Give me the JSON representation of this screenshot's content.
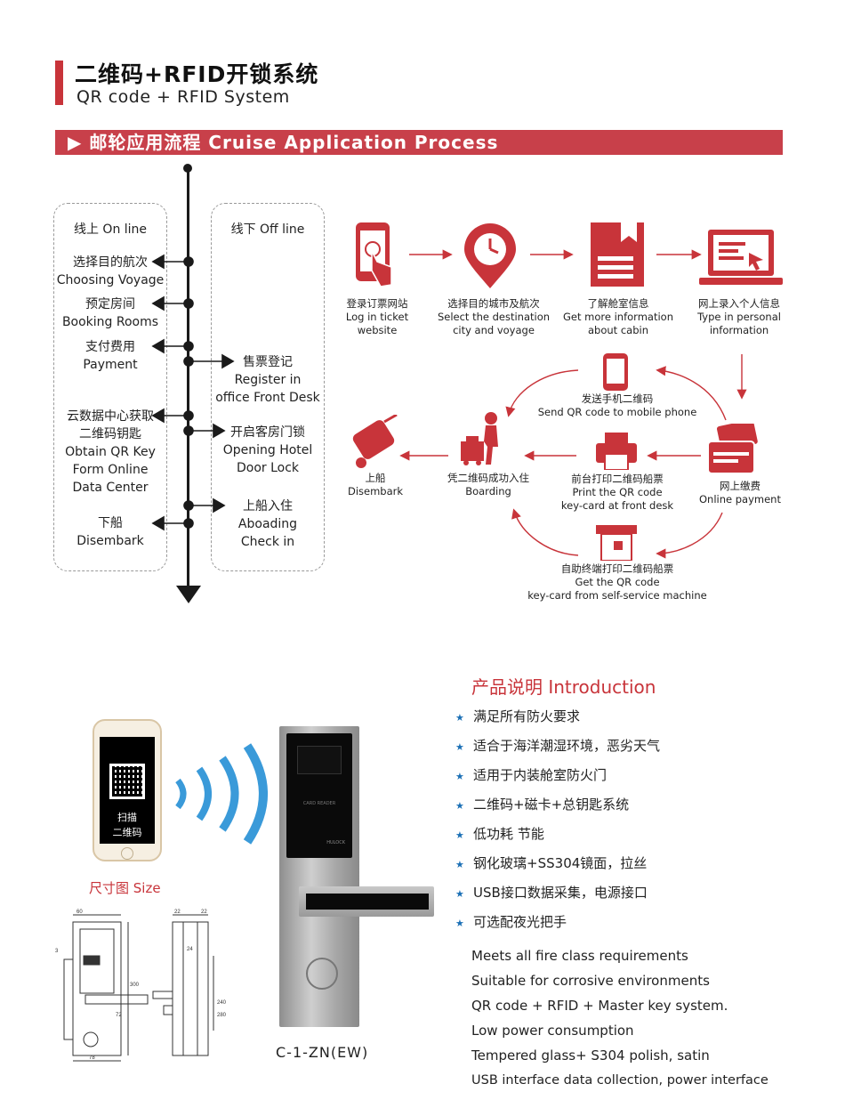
{
  "header": {
    "title_cn": "二维码+RFID开锁系统",
    "title_en": "QR code + RFID System",
    "banner": "▶ 邮轮应用流程 Cruise  Application  Process"
  },
  "timeline": {
    "online_header": "线上  On line",
    "offline_header": "线下  Off line",
    "online_steps": [
      {
        "cn": "选择目的航次",
        "en": "Choosing Voyage"
      },
      {
        "cn": "预定房间",
        "en": "Booking Rooms"
      },
      {
        "cn": "支付费用",
        "en": "Payment"
      },
      {
        "cn": "云数据中心获取",
        "cn2": "二维码钥匙",
        "en": "Obtain QR Key",
        "en2": "Form Online",
        "en3": "Data Center"
      },
      {
        "cn": "下船",
        "en": "Disembark"
      }
    ],
    "offline_steps": [
      {
        "cn": "售票登记",
        "en": "Register in",
        "en2": "office Front Desk"
      },
      {
        "cn": "开启客房门锁",
        "en": "Opening Hotel",
        "en2": "Door Lock"
      },
      {
        "cn": "上船入住",
        "en": "Aboading",
        "en2": "Check in"
      }
    ]
  },
  "flow": {
    "s1": {
      "cn": "登录订票网站",
      "en": "Log in ticket",
      "en2": "website"
    },
    "s2": {
      "cn": "选择目的城市及航次",
      "en": "Select the destination",
      "en2": "city and voyage"
    },
    "s3": {
      "cn": "了解舱室信息",
      "en": "Get more information",
      "en2": "about cabin"
    },
    "s4": {
      "cn": "网上录入个人信息",
      "en": "Type in personal",
      "en2": "information"
    },
    "s5": {
      "cn": "发送手机二维码",
      "en": "Send QR code to mobile phone"
    },
    "s6": {
      "cn": "网上缴费",
      "en": "Online payment"
    },
    "s7": {
      "cn": "前台打印二维码船票",
      "en": "Print the QR code",
      "en2": "key-card at front desk"
    },
    "s8": {
      "cn": "自助终端打印二维码船票",
      "en": "Get the QR code",
      "en2": "key-card from self-service machine"
    },
    "s9": {
      "cn": "凭二维码成功入住",
      "en": "Boarding"
    },
    "s10": {
      "cn": "上船",
      "en": "Disembark"
    }
  },
  "phone": {
    "line1": "扫描",
    "line2": "二维码"
  },
  "lock": {
    "brand": "HULOCK",
    "reader": "CARD READER"
  },
  "size_title": "尺寸图 Size",
  "model": "C-1-ZN(EW)",
  "dims": {
    "d60": "60",
    "d22a": "22",
    "d22b": "22",
    "d3": "3",
    "d300": "300",
    "d72": "72",
    "d78": "78",
    "d24": "24",
    "d240": "240",
    "d280": "280"
  },
  "intro": {
    "title": "产品说明 Introduction",
    "features_cn": [
      "满足所有防火要求",
      "适合于海洋潮湿环境，恶劣天气",
      "适用于内装舱室防火门",
      "二维码+磁卡+总钥匙系统",
      "低功耗  节能",
      "钢化玻璃+SS304镜面，拉丝",
      "USB接口数据采集，电源接口",
      "可选配夜光把手"
    ],
    "features_en": [
      "Meets all fire class requirements",
      "Suitable for corrosive environments",
      "QR code + RFID + Master key system.",
      "Low power consumption",
      "Tempered  glass+  S304 polish, satin",
      "USB interface data collection, power interface"
    ]
  },
  "colors": {
    "accent": "#c8343a",
    "banner": "#c8404a",
    "star": "#1a6fb5",
    "wave": "#3a9ad9"
  }
}
